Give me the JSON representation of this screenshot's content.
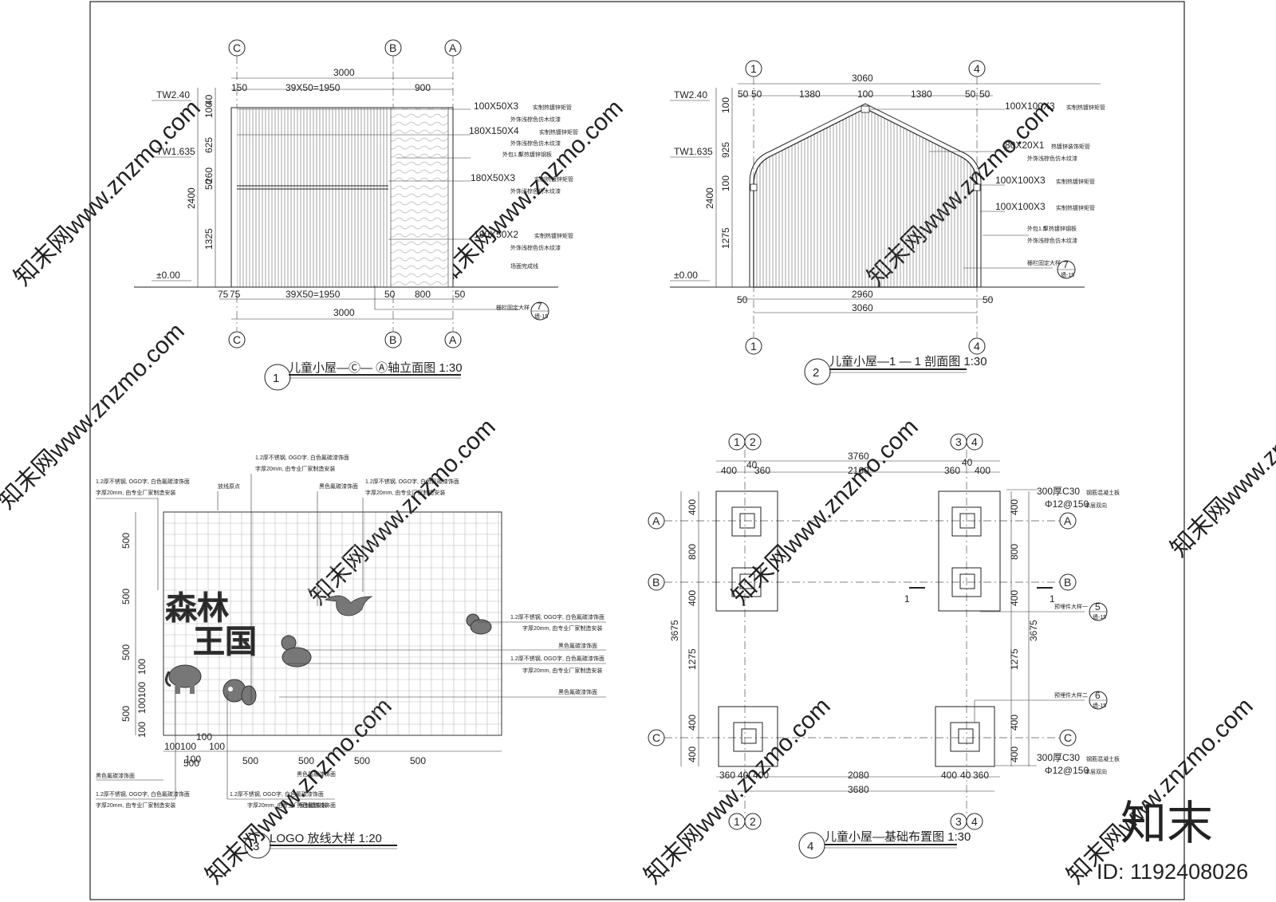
{
  "watermark": {
    "text": "知末网www.znzmo.com"
  },
  "brand": {
    "logo": "知末",
    "id_text": "ID: 1192408026"
  },
  "drawing1": {
    "title": "儿童小屋—Ⓒ— Ⓐ轴立面图 1:30",
    "number": "1",
    "axes": [
      "C",
      "B",
      "A"
    ],
    "dims_top": [
      "3000",
      "150",
      "39X50=1950",
      "900"
    ],
    "dims_bottom": [
      "75",
      "75",
      "39X50=1950",
      "50",
      "800",
      "50",
      "3000"
    ],
    "dims_left": [
      "100",
      "40",
      "625",
      "260",
      "50",
      "2400",
      "1325"
    ],
    "levels": [
      "TW2.40",
      "TW1.635",
      "±0.00"
    ],
    "notes": [
      [
        "100X50X3",
        "实制热镀锌矩管"
      ],
      [
        "外饰浅棕色仿木纹漆"
      ],
      [
        "180X150X4",
        "实制热镀锌矩管"
      ],
      [
        "外饰浅棕色仿木纹漆"
      ],
      [
        "外包1.5",
        "厚热镀锌钢板"
      ],
      [
        "180X50X3",
        "实制热镀锌矩管"
      ],
      [
        "外饰浅棕色仿木纹漆"
      ],
      [
        "180X50X2",
        "实制热镀锌矩管"
      ],
      [
        "外饰浅棕色仿木纹漆"
      ]
    ],
    "ground_note": "场面完成线",
    "detail_note": "栅栏固定大样",
    "detail_ref": {
      "num": "7",
      "sheet": "墙-15"
    }
  },
  "drawing2": {
    "title": "儿童小屋—1 — 1 剖面图 1:30",
    "number": "2",
    "axes": [
      "1",
      "4"
    ],
    "dims_top": [
      "3060",
      "50",
      "50",
      "1380",
      "100",
      "1380",
      "50",
      "50"
    ],
    "dims_bottom": [
      "50",
      "2960",
      "50",
      "3060"
    ],
    "dims_left": [
      "100",
      "925",
      "100",
      "2400",
      "1275"
    ],
    "levels": [
      "TW2.40",
      "TW1.635",
      "±0.00"
    ],
    "notes": [
      [
        "100X100X3",
        "实制热镀锌矩管"
      ],
      [
        "80X20X1",
        "热镀锌装饰矩管"
      ],
      [
        "外饰浅棕色仿木纹漆"
      ],
      [
        "100X100X3",
        "实制热镀锌矩管"
      ],
      [
        "100X100X3",
        "实制热镀锌矩管"
      ],
      [
        "外包1.5",
        "厚热镀锌钢板"
      ],
      [
        "外饰浅棕色仿木纹漆"
      ]
    ],
    "detail_note": "栅栏固定大样",
    "detail_ref": {
      "num": "7",
      "sheet": "墙-15"
    }
  },
  "drawing3": {
    "title": "LOGO 放线大样 1:20",
    "number": "3",
    "logo_text": [
      "森林",
      "王国"
    ],
    "dims_bottom": [
      "100",
      "100",
      "100",
      "100",
      "100",
      "500",
      "500",
      "500",
      "500",
      "500"
    ],
    "dims_left": [
      "500",
      "500",
      "500",
      "100",
      "100",
      "100",
      "500",
      "100"
    ],
    "origin_note": "放线原点",
    "notes": {
      "steel_1": "1.2厚不锈钢, OGO字, 白色氟碳漆饰面",
      "steel_2": "字厚20mm, 由专业厂家制造安装",
      "black": "黑色氟碳漆饰面"
    }
  },
  "drawing4": {
    "title": "儿童小屋—基础布置图 1:30",
    "number": "4",
    "axes_top": [
      "1",
      "2",
      "3",
      "4"
    ],
    "axes_side": [
      "A",
      "B",
      "C"
    ],
    "dims_top": [
      "3760",
      "40",
      "40",
      "400",
      "360",
      "2160",
      "360",
      "400"
    ],
    "dims_bottom": [
      "360",
      "40",
      "400",
      "2080",
      "400",
      "40",
      "360",
      "3680"
    ],
    "dims_left": [
      "400",
      "800",
      "400",
      "3675",
      "1275",
      "400",
      "400"
    ],
    "dims_right": [
      "400",
      "800",
      "400",
      "3675",
      "1275",
      "400",
      "400"
    ],
    "section_mark": "1",
    "notes": {
      "slab_1": "300厚C30",
      "slab_2": "钢筋混凝土板",
      "rebar_1": "Φ12@150",
      "rebar_2": "单层双向",
      "embed_1": "预埋件大样一",
      "embed_2": "预埋件大样二"
    },
    "refs": [
      {
        "num": "5",
        "sheet": "墙-15"
      },
      {
        "num": "6",
        "sheet": "墙-15"
      }
    ]
  }
}
